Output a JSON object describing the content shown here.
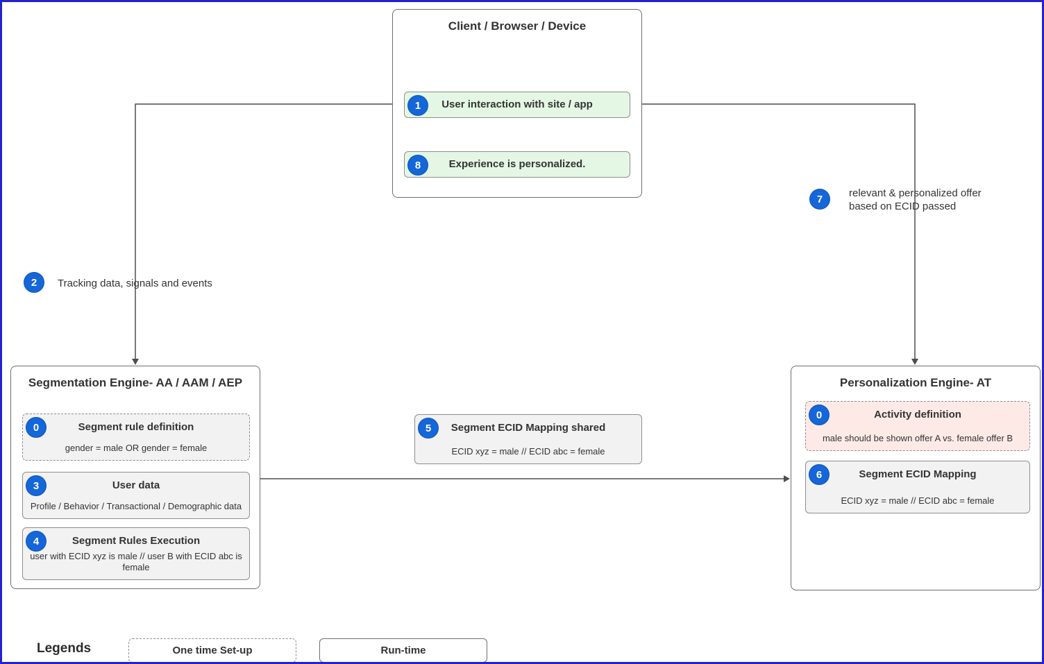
{
  "colors": {
    "page_border": "#2323cd",
    "badge_blue": "#1566d8",
    "green_fill": "#e4f7e4",
    "gray_fill": "#f2f2f2",
    "pink_fill": "#fdeae7"
  },
  "client": {
    "title": "Client / Browser / Device",
    "steps": [
      {
        "num": "1",
        "label": "User interaction with site / app"
      },
      {
        "num": "8",
        "label": "Experience is personalized."
      }
    ]
  },
  "flow_annotations": [
    {
      "num": "2",
      "text": "Tracking data, signals and events"
    },
    {
      "num": "7",
      "text": "relevant & personalized offer based on ECID passed"
    }
  ],
  "segmentation": {
    "title": "Segmentation Engine- AA / AAM / AEP",
    "cards": [
      {
        "num": "0",
        "title": "Segment rule definition",
        "detail": "gender = male OR gender = female"
      },
      {
        "num": "3",
        "title": "User data",
        "detail": "Profile / Behavior / Transactional / Demographic data"
      },
      {
        "num": "4",
        "title": "Segment Rules Execution",
        "detail": "user with ECID xyz is male // user B with ECID abc is female"
      }
    ]
  },
  "mapping_shared": {
    "num": "5",
    "title": "Segment ECID Mapping shared",
    "detail": "ECID xyz = male //  ECID abc = female"
  },
  "personalization": {
    "title": "Personalization Engine- AT",
    "cards": [
      {
        "num": "0",
        "title": "Activity definition",
        "detail": "male should be shown offer A vs. female offer B"
      },
      {
        "num": "6",
        "title": "Segment ECID Mapping",
        "detail": "ECID xyz = male //  ECID abc = female"
      }
    ]
  },
  "legend": {
    "label": "Legends",
    "items": [
      {
        "label": "One time Set-up"
      },
      {
        "label": "Run-time"
      }
    ]
  }
}
